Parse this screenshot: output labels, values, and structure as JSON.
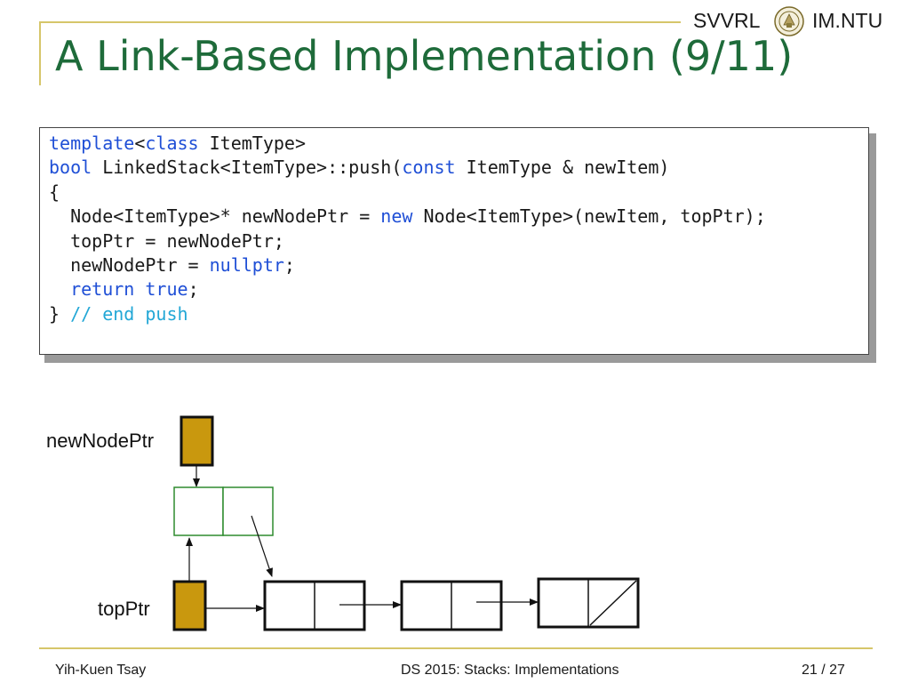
{
  "header": {
    "brand_left": "SVVRL",
    "brand_right": "IM.NTU"
  },
  "slide": {
    "title": "A Link-Based Implementation (9/11)"
  },
  "code": {
    "lines": [
      [
        {
          "t": "template",
          "k": "kw"
        },
        {
          "t": "<"
        },
        {
          "t": "class",
          "k": "kw"
        },
        {
          "t": " ItemType>"
        }
      ],
      [
        {
          "t": "bool",
          "k": "kw"
        },
        {
          "t": " LinkedStack<ItemType>::push("
        },
        {
          "t": "const",
          "k": "kw"
        },
        {
          "t": " ItemType & newItem)"
        }
      ],
      [
        {
          "t": "{"
        }
      ],
      [
        {
          "t": "  Node<ItemType>* newNodePtr = "
        },
        {
          "t": "new",
          "k": "kw"
        },
        {
          "t": " Node<ItemType>(newItem, topPtr);"
        }
      ],
      [
        {
          "t": "  topPtr = newNodePtr;"
        }
      ],
      [
        {
          "t": "  newNodePtr = "
        },
        {
          "t": "nullptr",
          "k": "kw"
        },
        {
          "t": ";"
        }
      ],
      [
        {
          "t": "  "
        },
        {
          "t": "return",
          "k": "kw"
        },
        {
          "t": " "
        },
        {
          "t": "true",
          "k": "kw"
        },
        {
          "t": ";"
        }
      ],
      [
        {
          "t": "} "
        },
        {
          "t": "// end push",
          "k": "cm"
        }
      ]
    ]
  },
  "diagram": {
    "label_new_node_ptr": "newNodePtr",
    "label_top_ptr": "topPtr"
  },
  "footer": {
    "author": "Yih-Kuen Tsay",
    "course": "DS 2015: Stacks: Implementations",
    "page": "21 / 27"
  },
  "colors": {
    "accent_rule": "#d6c66a",
    "title": "#1e6b3a",
    "keyword": "#1f4fd6",
    "comment": "#22a7d6",
    "pointer_fill": "#c9980e",
    "new_node_border": "#2e8b2e"
  }
}
